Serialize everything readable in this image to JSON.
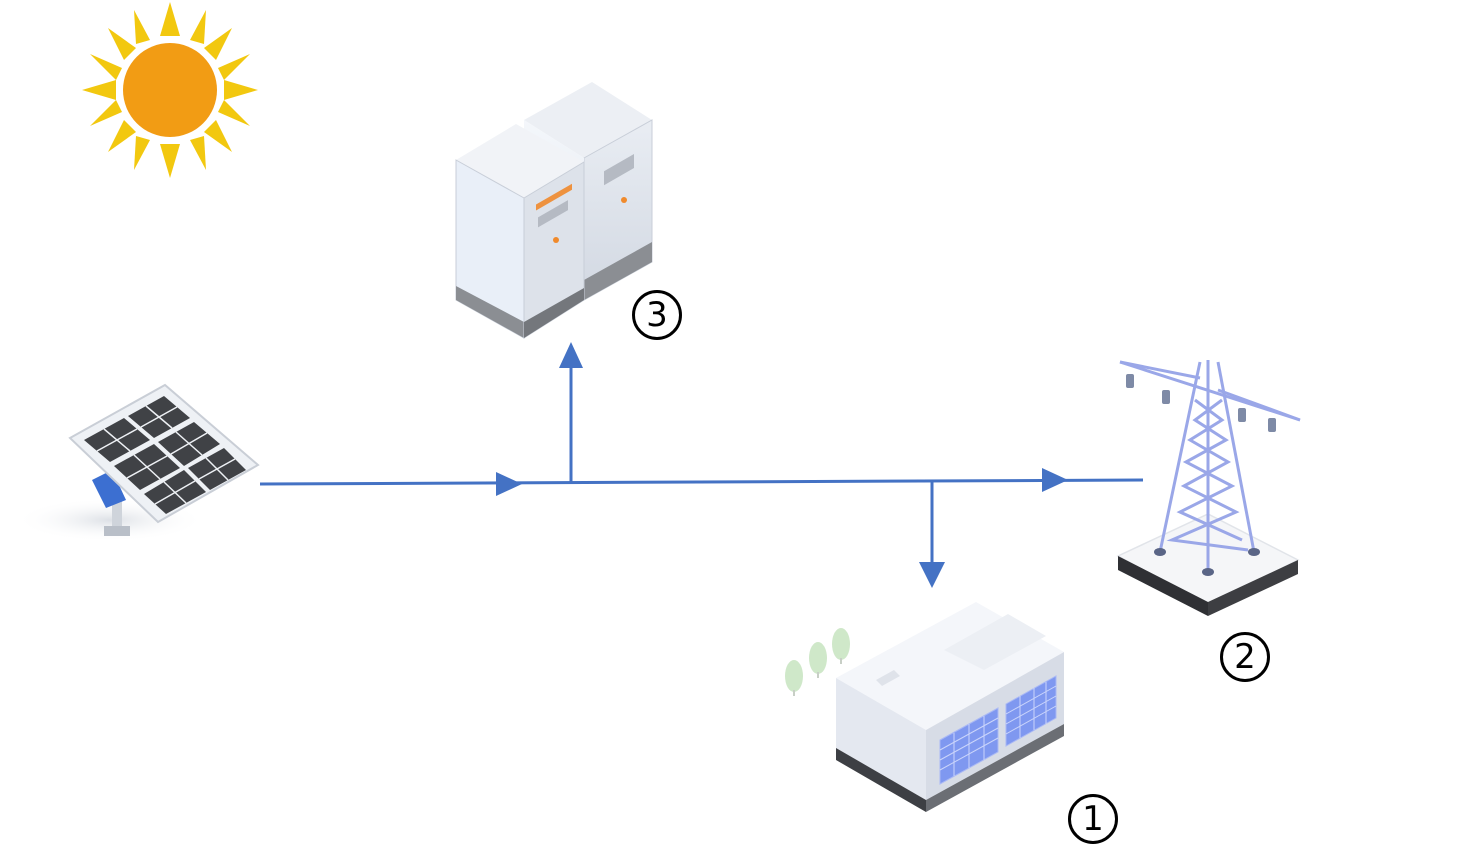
{
  "labels": {
    "storage": "3",
    "grid": "2",
    "load": "1"
  },
  "colors": {
    "flow": "#4472c4",
    "sun_core": "#f29c14",
    "sun_rays": "#f2c80f"
  },
  "icons": [
    "sun-icon",
    "solar-panel-icon",
    "battery-storage-icon",
    "transmission-tower-icon",
    "factory-building-icon"
  ]
}
